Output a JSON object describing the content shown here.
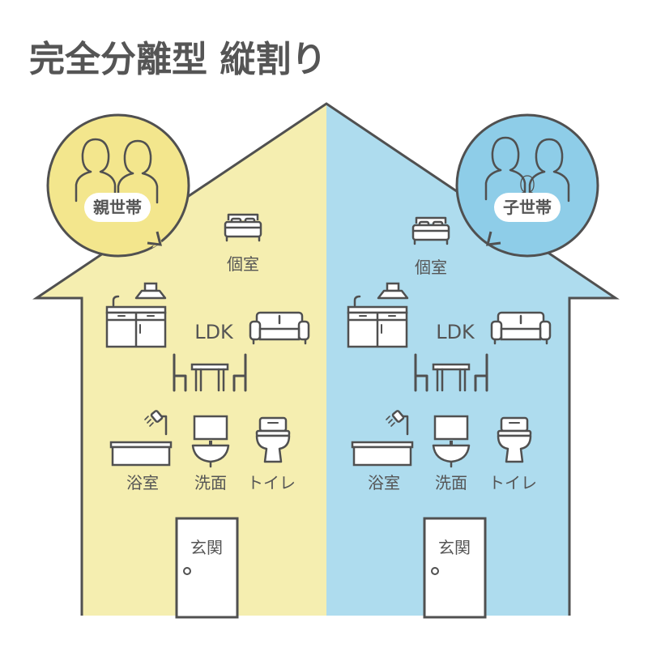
{
  "title": "完全分離型 縦割り",
  "colors": {
    "parent_side": "#F5EEB0",
    "child_side": "#AEDCEE",
    "parent_bubble": "#F3E68D",
    "child_bubble": "#8ECDE8",
    "outline": "#505050",
    "text": "#555555",
    "white": "#FFFFFF"
  },
  "left": {
    "household": "親世帯",
    "rooms": {
      "bedroom": "個室",
      "ldk": "LDK",
      "bath": "浴室",
      "washroom": "洗面",
      "toilet": "トイレ",
      "entrance": "玄関"
    }
  },
  "right": {
    "household": "子世帯",
    "rooms": {
      "bedroom": "個室",
      "ldk": "LDK",
      "bath": "浴室",
      "washroom": "洗面",
      "toilet": "トイレ",
      "entrance": "玄関"
    }
  },
  "icons": [
    "bed-icon",
    "range-hood-icon",
    "kitchen-counter-icon",
    "sofa-icon",
    "dining-set-icon",
    "bathtub-shower-icon",
    "washbasin-icon",
    "toilet-icon",
    "door-icon",
    "family-icon"
  ]
}
